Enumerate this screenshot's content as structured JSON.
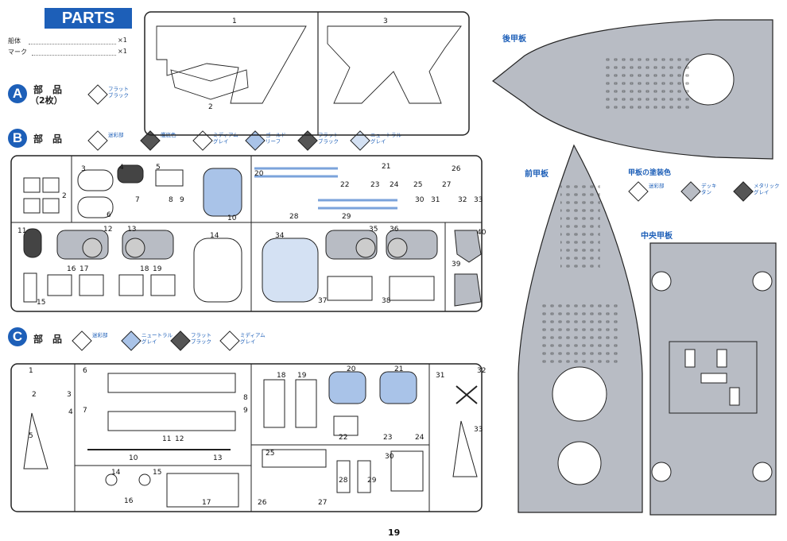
{
  "header": {
    "title": "PARTS",
    "legend": [
      {
        "label": "船体",
        "count": "×1"
      },
      {
        "label": "マーク",
        "count": "×1"
      }
    ]
  },
  "sections": {
    "a": {
      "letter": "A",
      "label": "部　品",
      "qty": "（2枚）",
      "colors": [
        {
          "label": "フラット\nブラック",
          "color": "#ffffff"
        }
      ]
    },
    "b": {
      "letter": "B",
      "label": "部　品",
      "colors": [
        {
          "label": "迷彩部",
          "color": "#ffffff"
        },
        {
          "label": "艦底色",
          "color": "#555555"
        },
        {
          "label": "ミディアム\nグレイ",
          "color": "#ffffff"
        },
        {
          "label": "ゴールド\nリーフ",
          "color": "#a9c3e8"
        },
        {
          "label": "フラット\nブラック",
          "color": "#555555"
        },
        {
          "label": "ニュートラル\nグレイ",
          "color": "#d4e1f3"
        }
      ]
    },
    "c": {
      "letter": "C",
      "label": "部　品",
      "colors": [
        {
          "label": "迷彩部",
          "color": "#ffffff"
        },
        {
          "label": "ニュートラル\nグレイ",
          "color": "#a9c3e8"
        },
        {
          "label": "フラット\nブラック",
          "color": "#555555"
        },
        {
          "label": "ミディアム\nグレイ",
          "color": "#ffffff"
        }
      ]
    }
  },
  "deck": {
    "aft_label": "後甲板",
    "fore_label": "前甲板",
    "mid_label": "中央甲板",
    "colors_title": "甲板の塗装色",
    "colors": [
      {
        "label": "迷彩部",
        "color": "#ffffff"
      },
      {
        "label": "デッキ\nタン",
        "color": "#b8bcc4"
      },
      {
        "label": "メタリック\nグレイ",
        "color": "#555555"
      }
    ]
  },
  "sprue_a_numbers": [
    "1",
    "2",
    "3"
  ],
  "sprue_b_numbers": [
    "2",
    "3",
    "4",
    "5",
    "6",
    "7",
    "8",
    "9",
    "10",
    "11",
    "12",
    "13",
    "14",
    "15",
    "16",
    "17",
    "18",
    "19",
    "20",
    "21",
    "22",
    "23",
    "24",
    "25",
    "26",
    "27",
    "28",
    "29",
    "30",
    "31",
    "32",
    "33",
    "34",
    "35",
    "36",
    "37",
    "38",
    "39",
    "40"
  ],
  "sprue_c_numbers": [
    "1",
    "2",
    "3",
    "4",
    "5",
    "6",
    "7",
    "8",
    "9",
    "10",
    "11",
    "12",
    "13",
    "14",
    "15",
    "16",
    "17",
    "18",
    "19",
    "20",
    "21",
    "22",
    "23",
    "24",
    "25",
    "26",
    "27",
    "28",
    "29",
    "30",
    "31",
    "32",
    "33"
  ],
  "page_number": "19"
}
